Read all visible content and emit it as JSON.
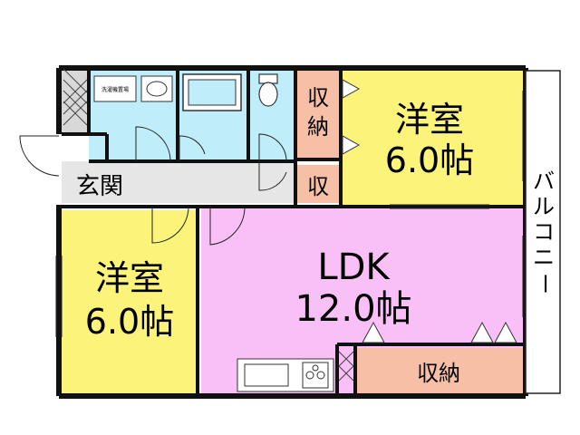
{
  "rooms": {
    "western_room_ne": {
      "name": "洋室",
      "size": "6.0帖"
    },
    "western_room_w": {
      "name": "洋室",
      "size": "6.0帖"
    },
    "ldk": {
      "name": "LDK",
      "size": "12.0帖"
    }
  },
  "labels": {
    "entrance": "玄関",
    "storage_top_1": "収",
    "storage_top_2": "納",
    "storage_small": "収",
    "storage_bottom": "収納",
    "balcony_chars": [
      "バ",
      "ル",
      "コ",
      "ニ",
      "ー"
    ],
    "washbasin": "洗濯機置場"
  },
  "colors": {
    "wet_area": "#bfeefa",
    "western_room": "#fbf37a",
    "ldk": "#f9c0f7",
    "storage": "#f7bfa5",
    "corridor": "#e6e6e6",
    "wall": "#111111"
  }
}
